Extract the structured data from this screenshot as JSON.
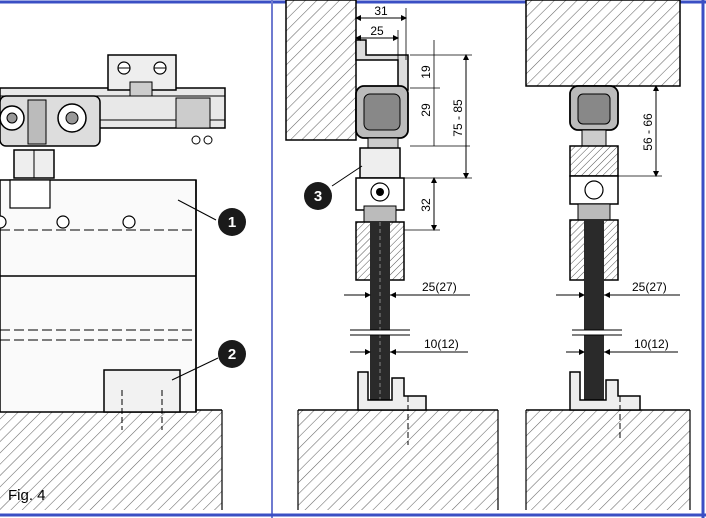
{
  "figure_label": "Fig. 4",
  "callouts": [
    "1",
    "2",
    "3"
  ],
  "dimensions": {
    "d31": "31",
    "d25": "25",
    "d19": "19",
    "d29": "29",
    "d75_85": "75 - 85",
    "d32": "32",
    "d25_27_a": "25(27)",
    "d10_12_a": "10(12)",
    "d56_66": "56 - 66",
    "d25_27_b": "25(27)",
    "d10_12_b": "10(12)"
  },
  "colors": {
    "ink": "#000000",
    "paper": "#ffffff",
    "frame": "#3a4fc4",
    "hatch": "#555555",
    "bar": "#2a2a2a"
  }
}
